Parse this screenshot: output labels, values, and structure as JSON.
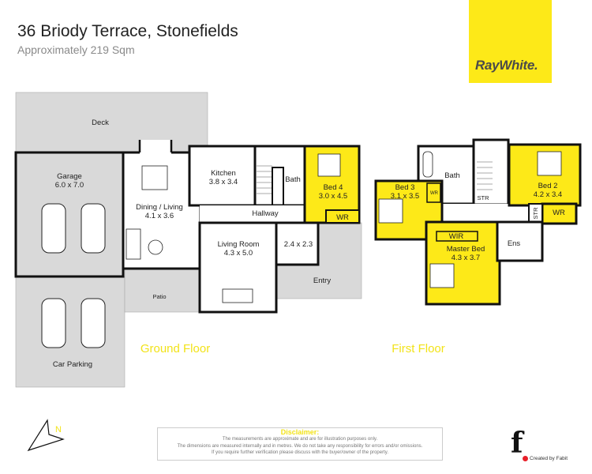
{
  "header": {
    "title": "36 Briody Terrace, Stonefields",
    "subtitle": "Approximately 219 Sqm"
  },
  "brand": {
    "logo_text": "RayWhite.",
    "accent_color": "#fde918",
    "bedroom_fill": "#fde918",
    "outdoor_fill": "#d9d9d9"
  },
  "ground_floor": {
    "label": "Ground Floor",
    "rooms": {
      "deck": "Deck",
      "garage": "Garage",
      "garage_size": "6.0 x 7.0",
      "dining": "Dining / Living",
      "dining_size": "4.1 x 3.6",
      "kitchen": "Kitchen",
      "kitchen_size": "3.8 x 3.4",
      "bath": "Bath",
      "bed4": "Bed 4",
      "bed4_size": "3.0 x 4.5",
      "bed4_wr": "WR",
      "hallway": "Hallway",
      "living": "Living Room",
      "living_size": "4.3 x 5.0",
      "foyer_size": "2.4 x 2.3",
      "entry": "Entry",
      "patio": "Patio",
      "car_parking": "Car Parking"
    }
  },
  "first_floor": {
    "label": "First Floor",
    "rooms": {
      "bath": "Bath",
      "bed3": "Bed 3",
      "bed3_size": "3.1 x 3.5",
      "bed3_wr": "WR",
      "bed2": "Bed 2",
      "bed2_size": "4.2 x 3.4",
      "bed2_wr": "WR",
      "str1": "STR",
      "str2": "STR",
      "wir": "WIR",
      "master": "Master Bed",
      "master_size": "4.3 x 3.7",
      "ens": "Ens"
    }
  },
  "compass": {
    "label": "N",
    "icon": "north-arrow-icon"
  },
  "disclaimer": {
    "title": "Disclaimer:",
    "lines": [
      "The measurements are approximate and are for illustration purposes only.",
      "The dimensions are measured internally and in metres. We do not take any responsibility for errors and/or omissions.",
      "If you require further verification please discuss with the buyer/owner of the property."
    ]
  },
  "credit": {
    "text": "Created by Fabit",
    "logo_letter": "f"
  }
}
